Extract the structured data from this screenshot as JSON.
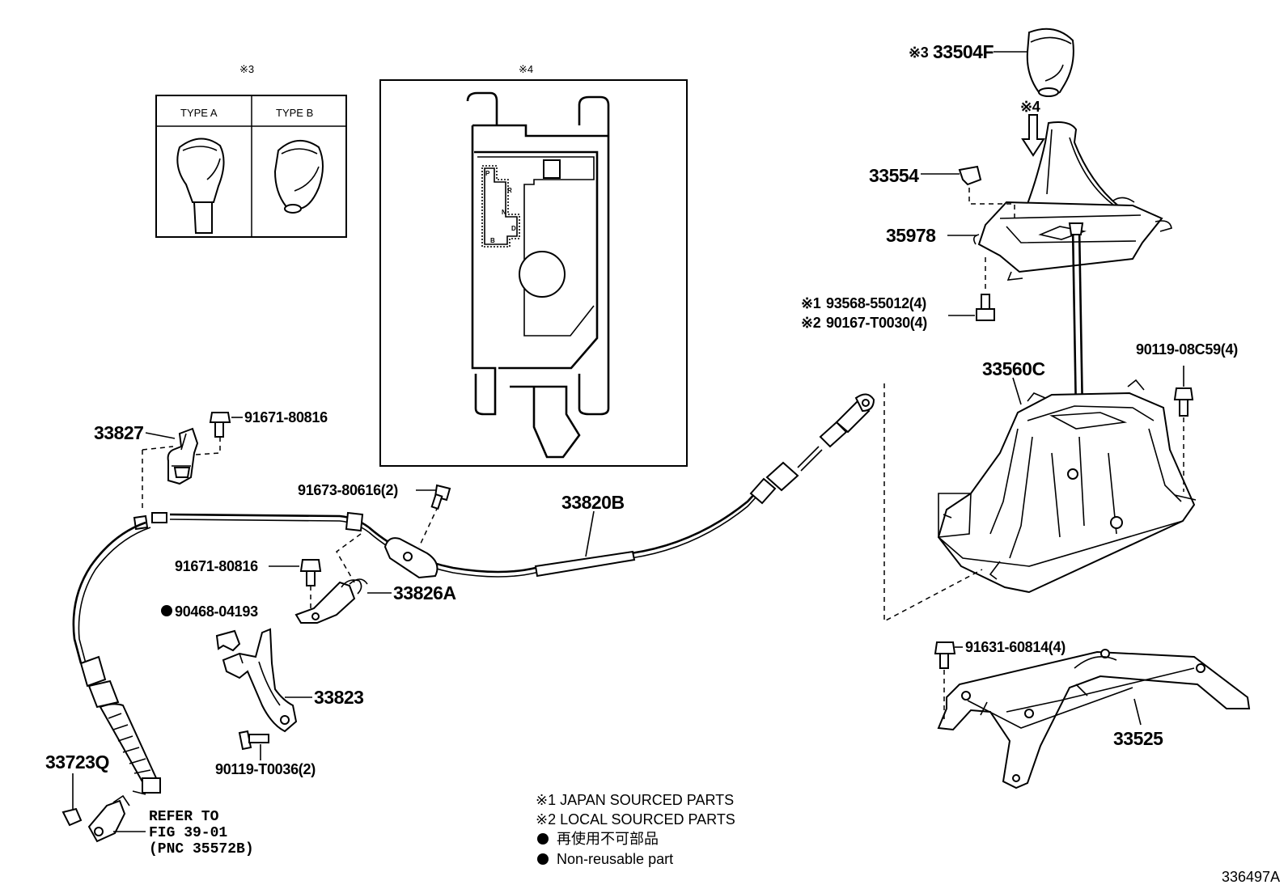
{
  "parts": {
    "p33504F": "33504F",
    "p33554": "33554",
    "p35978": "35978",
    "p93568": "93568-55012(4)",
    "p90167": "90167-T0030(4)",
    "p90119_08C59": "90119-08C59(4)",
    "p33560C": "33560C",
    "p33827": "33827",
    "p91671a": "91671-80816",
    "p91673": "91673-80616(2)",
    "p33820B": "33820B",
    "p91671b": "91671-80816",
    "p33826A": "33826A",
    "p90468": "90468-04193",
    "p33823": "33823",
    "p90119_T0036": "90119-T0036(2)",
    "p33723Q": "33723Q",
    "p91631": "91631-60814(4)",
    "p33525": "33525"
  },
  "marks": {
    "m1": "※1",
    "m2": "※2",
    "m3": "※3",
    "m4": "※4"
  },
  "inset_a": {
    "mark": "※3",
    "type_a": "TYPE A",
    "type_b": "TYPE B"
  },
  "inset_b": {
    "mark": "※4",
    "gate_letters": [
      "P",
      "R",
      "N",
      "D",
      "B"
    ]
  },
  "refer": {
    "line1": "REFER TO",
    "line2": "FIG 39-01",
    "line3": "(PNC 35572B)"
  },
  "notes": {
    "note1": "※1 JAPAN SOURCED PARTS",
    "note2": "※2 LOCAL SOURCED PARTS",
    "note3": "再使用不可部品",
    "note4": "Non-reusable part"
  },
  "illustration_id": "336497A"
}
